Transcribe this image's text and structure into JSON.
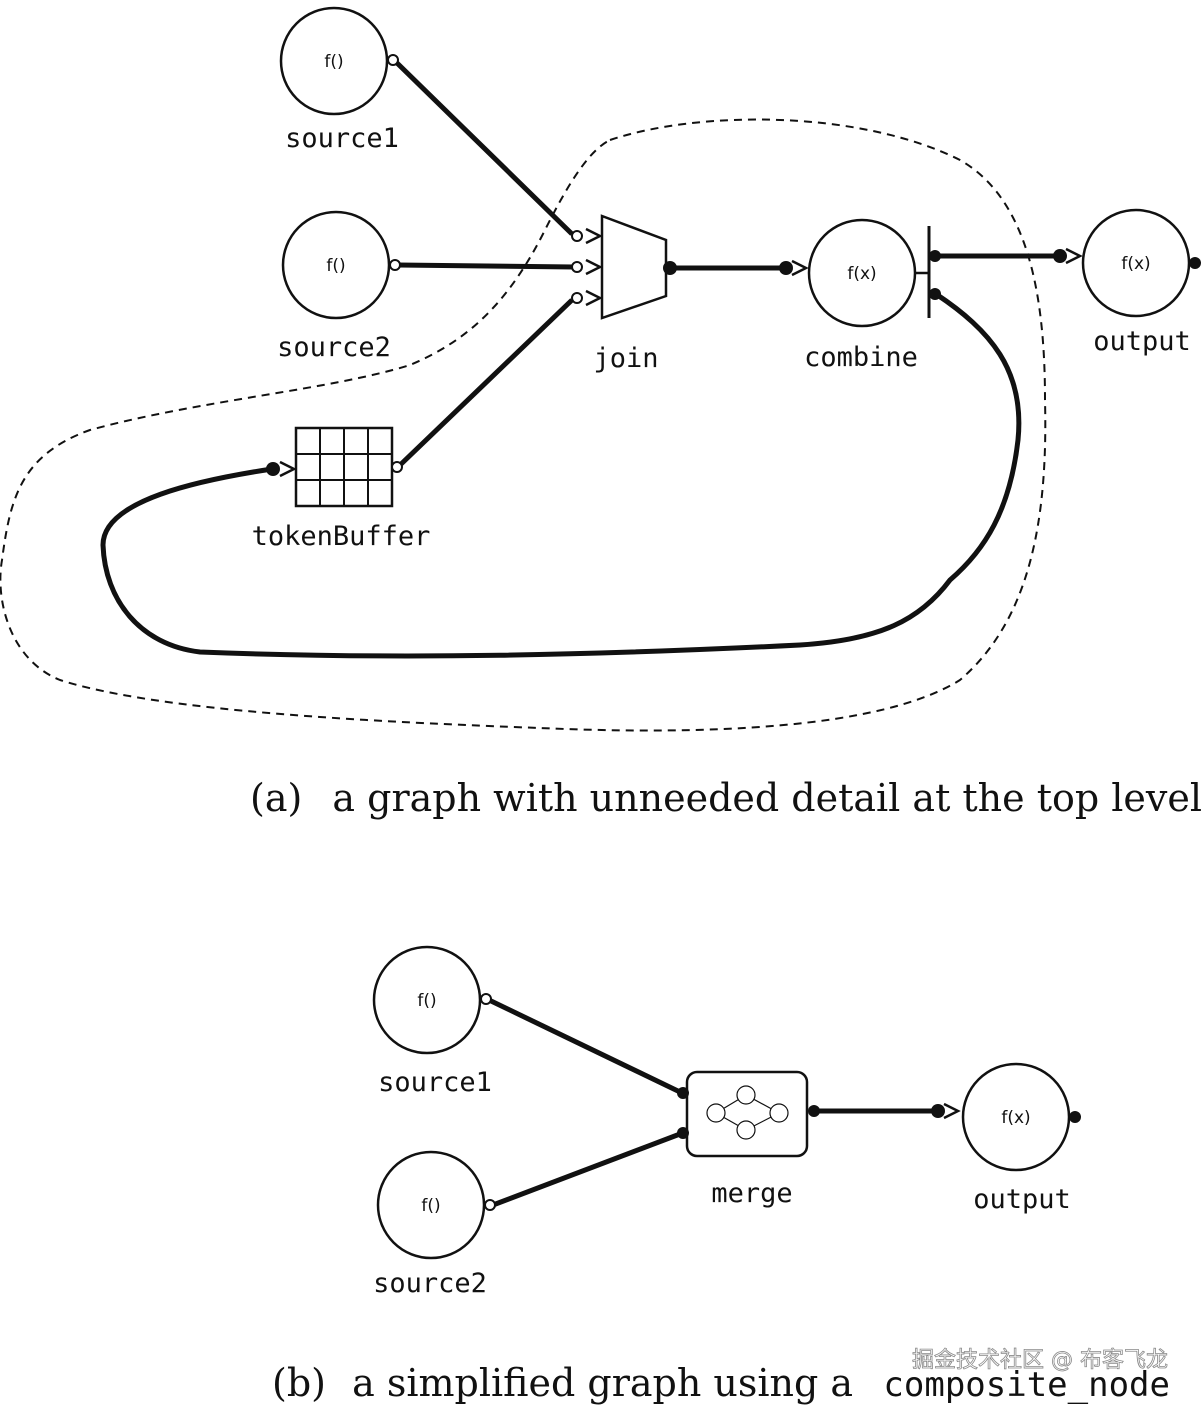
{
  "figure_a": {
    "nodes": {
      "source1": {
        "label": "source1",
        "fn": "f()"
      },
      "source2": {
        "label": "source2",
        "fn": "f()"
      },
      "join": {
        "label": "join"
      },
      "combine": {
        "label": "combine",
        "fn": "f(x)"
      },
      "output": {
        "label": "output",
        "fn": "f(x)"
      },
      "tokenBuffer": {
        "label": "tokenBuffer"
      }
    },
    "caption": {
      "marker": "(a)",
      "text": "a graph with unneeded detail at the top level"
    }
  },
  "figure_b": {
    "nodes": {
      "source1": {
        "label": "source1",
        "fn": "f()"
      },
      "source2": {
        "label": "source2",
        "fn": "f()"
      },
      "merge": {
        "label": "merge"
      },
      "output": {
        "label": "output",
        "fn": "f(x)"
      }
    },
    "caption": {
      "marker": "(b)",
      "text": "a simplified graph using a",
      "code": "composite_node"
    }
  },
  "watermark": "掘金技术社区 @ 布客飞龙"
}
